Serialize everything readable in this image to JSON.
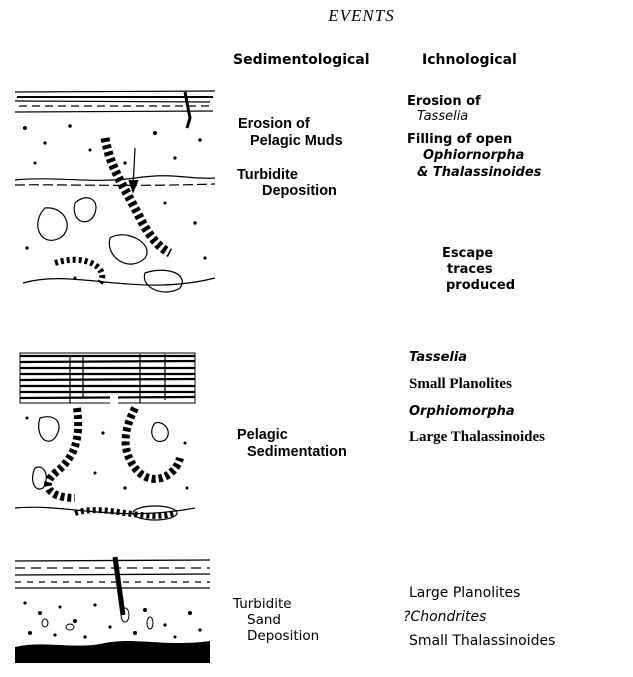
{
  "title": "EVENTS",
  "columns": {
    "sedimentological": "Sedimentological",
    "ichnological": "Ichnological"
  },
  "stage1": {
    "sed": [
      "Erosion of",
      "Pelagic Muds",
      "Turbidite",
      "Deposition"
    ],
    "ich": [
      "Erosion of",
      "Tasselia",
      "Filling of open",
      "Ophiornorpha",
      "& Thalassinoides",
      "Escape",
      "traces",
      "produced"
    ]
  },
  "stage2": {
    "sed": [
      "Pelagic",
      "Sedimentation"
    ],
    "ich": [
      "Tasselia",
      "Small Planolites",
      "Orphiomorpha",
      "Large Thalassinoides"
    ]
  },
  "stage3": {
    "sed": [
      "Turbidite",
      "Sand",
      "Deposition"
    ],
    "ich": [
      "Large Planolites",
      "?Chondrites",
      "Small Thalassinoides"
    ]
  }
}
